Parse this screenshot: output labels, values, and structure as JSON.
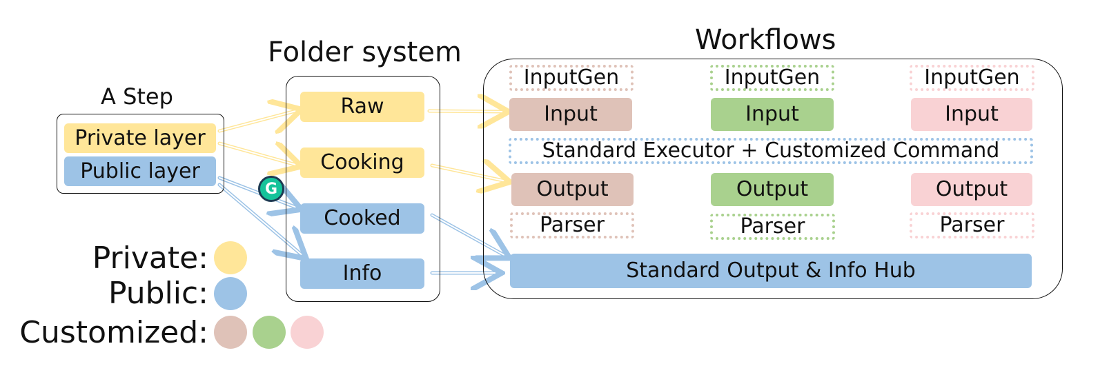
{
  "step": {
    "title": "A Step",
    "private_layer": "Private layer",
    "public_layer": "Public layer"
  },
  "folders": {
    "title": "Folder system",
    "raw": "Raw",
    "cooking": "Cooking",
    "cooked": "Cooked",
    "info": "Info"
  },
  "workflows": {
    "title": "Workflows",
    "columns": [
      {
        "inputgen": "InputGen",
        "input": "Input",
        "output": "Output",
        "parser": "Parser"
      },
      {
        "inputgen": "InputGen",
        "input": "Input",
        "output": "Output",
        "parser": "Parser"
      },
      {
        "inputgen": "InputGen",
        "input": "Input",
        "output": "Output",
        "parser": "Parser"
      }
    ],
    "executor": "Standard Executor + Customized Command",
    "hub": "Standard Output & Info Hub"
  },
  "legend": {
    "private": "Private:",
    "public": "Public:",
    "customized": "Customized:"
  },
  "colors": {
    "private": "#ffe699",
    "public": "#9dc3e6",
    "custom_brown": "#dfc2b8",
    "custom_green": "#a9d18e",
    "custom_pink": "#f9d2d4",
    "executor_border": "#9dc3e6",
    "arrow_yellow": "#ffe699",
    "arrow_blue": "#9dc3e6",
    "grammarly_badge": "#15c39a"
  }
}
